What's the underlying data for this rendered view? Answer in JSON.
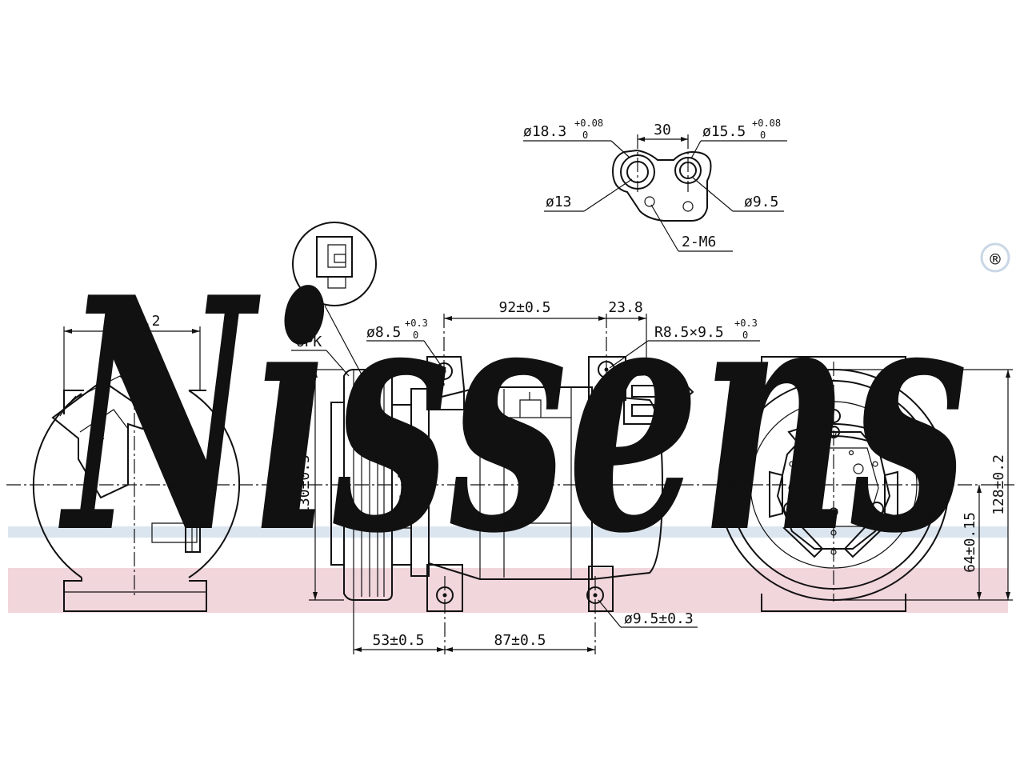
{
  "brand": {
    "watermark_text": "Nissens",
    "registered_mark": "®",
    "watermark_color": "#c9d7e6",
    "band_blue": "#dbe5ef",
    "band_pink": "#f1d6dc"
  },
  "dimensions": {
    "left_width": "80±0.2",
    "pulley_type": "6PK",
    "pulley_height": "130±0.5",
    "hole_top_left": "ø8.5",
    "hole_top_left_tol": "+0.3",
    "hole_top_left_tol2": "0",
    "span_top": "92±0.5",
    "span_top_right": "23.8",
    "slot": "R8.5×9.5",
    "slot_tol": "+0.3",
    "slot_tol2": "0",
    "bottom_left": "53±0.5",
    "bottom_mid": "87±0.5",
    "hole_bottom": "ø9.5±0.3",
    "right_height": "128±0.2",
    "right_center": "64±0.15"
  },
  "port_detail": {
    "port_large": "ø18.3",
    "port_large_tol": "+0.08",
    "port_large_tol2": "0",
    "spacing": "30",
    "port_small": "ø15.5",
    "port_small_tol": "+0.08",
    "port_small_tol2": "0",
    "inner_large": "ø13",
    "inner_small": "ø9.5",
    "thread": "2-M6"
  }
}
